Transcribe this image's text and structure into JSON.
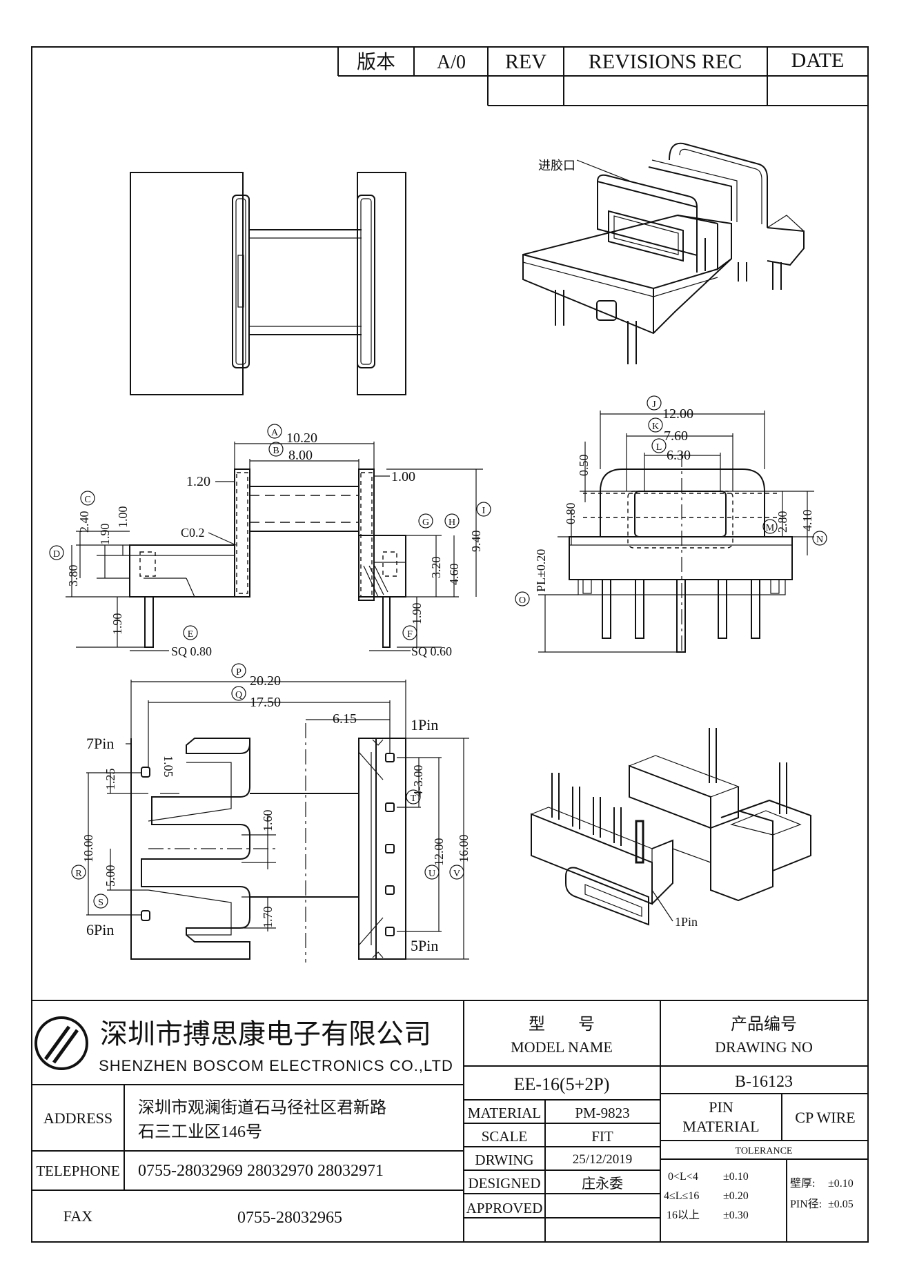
{
  "revision_table": {
    "version_label": "版本",
    "version_value": "A/0",
    "rev_label": "REV",
    "revisions_label": "REVISIONS REC",
    "date_label": "DATE"
  },
  "views": {
    "iso_top_callout": "进胶口",
    "iso_bottom_callout": "1Pin"
  },
  "side_view": {
    "dimensions": [
      {
        "id": "A",
        "value": "10.20"
      },
      {
        "id": "B",
        "value": "8.00"
      },
      {
        "id": "",
        "value": "1.20"
      },
      {
        "id": "",
        "value": "1.00"
      },
      {
        "id": "C",
        "value": "2.40"
      },
      {
        "id": "",
        "value": "1.90"
      },
      {
        "id": "",
        "value": "1.00"
      },
      {
        "id": "",
        "value": "C0.2"
      },
      {
        "id": "D",
        "value": "3.80"
      },
      {
        "id": "",
        "value": "1.90"
      },
      {
        "id": "E",
        "value": "SQ 0.80"
      },
      {
        "id": "F",
        "value": "SQ 0.60"
      },
      {
        "id": "G",
        "value": "3.20"
      },
      {
        "id": "H",
        "value": "4.60"
      },
      {
        "id": "I",
        "value": "9.40"
      },
      {
        "id": "",
        "value": "1.90"
      }
    ]
  },
  "front_view": {
    "dimensions": [
      {
        "id": "J",
        "value": "12.00"
      },
      {
        "id": "K",
        "value": "7.60"
      },
      {
        "id": "L",
        "value": "6.30"
      },
      {
        "id": "",
        "value": "0.50"
      },
      {
        "id": "",
        "value": "0.80"
      },
      {
        "id": "",
        "value": "PL±0.20"
      },
      {
        "id": "M",
        "value": "2.80"
      },
      {
        "id": "N",
        "value": "4.10"
      },
      {
        "id": "O",
        "value": ""
      }
    ]
  },
  "bottom_view": {
    "dimensions": [
      {
        "id": "P",
        "value": "20.20"
      },
      {
        "id": "Q",
        "value": "17.50"
      },
      {
        "id": "",
        "value": "6.15"
      },
      {
        "id": "",
        "value": "1.25"
      },
      {
        "id": "",
        "value": "1.05"
      },
      {
        "id": "",
        "value": "1.60"
      },
      {
        "id": "R",
        "value": "10.00"
      },
      {
        "id": "S",
        "value": "5.00"
      },
      {
        "id": "",
        "value": "1.70"
      },
      {
        "id": "T",
        "value": "4-3.00"
      },
      {
        "id": "U",
        "value": "12.00"
      },
      {
        "id": "V",
        "value": "16.00"
      }
    ],
    "pin_labels": [
      "7Pin",
      "6Pin",
      "1Pin",
      "5Pin"
    ]
  },
  "title_block": {
    "company_cn": "深圳市搏思康电子有限公司",
    "company_en": "SHENZHEN BOSCOM ELECTRONICS CO.,LTD",
    "model_label_cn": "型　　号",
    "model_label_en": "MODEL NAME",
    "drawing_no_label_cn": "产品编号",
    "drawing_no_label_en": "DRAWING NO",
    "model_name": "EE-16(5+2P)",
    "drawing_no": "B-16123",
    "address_label": "ADDRESS",
    "address_line1": "深圳市观澜街道石马径社区君新路",
    "address_line2": "石三工业区146号",
    "telephone_label": "TELEPHONE",
    "telephone": "0755-28032969 28032970 28032971",
    "fax_label": "FAX",
    "fax": "0755-28032965",
    "material_label": "MATERIAL",
    "material": "PM-9823",
    "scale_label": "SCALE",
    "scale": "FIT",
    "drawing_label": "DRWING",
    "drawing_date": "25/12/2019",
    "designed_label": "DESIGNED",
    "designed_by": "庄永委",
    "approved_label": "APPROVED",
    "approved_by": "",
    "pin_material_label_1": "PIN",
    "pin_material_label_2": "MATERIAL",
    "pin_material": "CP WIRE",
    "tolerance_label": "TOLERANCE",
    "tolerances": [
      {
        "range": "0<L<4",
        "value": "±0.10"
      },
      {
        "range": "4≤L≤16",
        "value": "±0.20"
      },
      {
        "range": "16以上",
        "value": "±0.30"
      }
    ],
    "wall_label": "壁厚:",
    "wall_value": "±0.10",
    "pin_dia_label": "PIN径:",
    "pin_dia_value": "±0.05"
  }
}
